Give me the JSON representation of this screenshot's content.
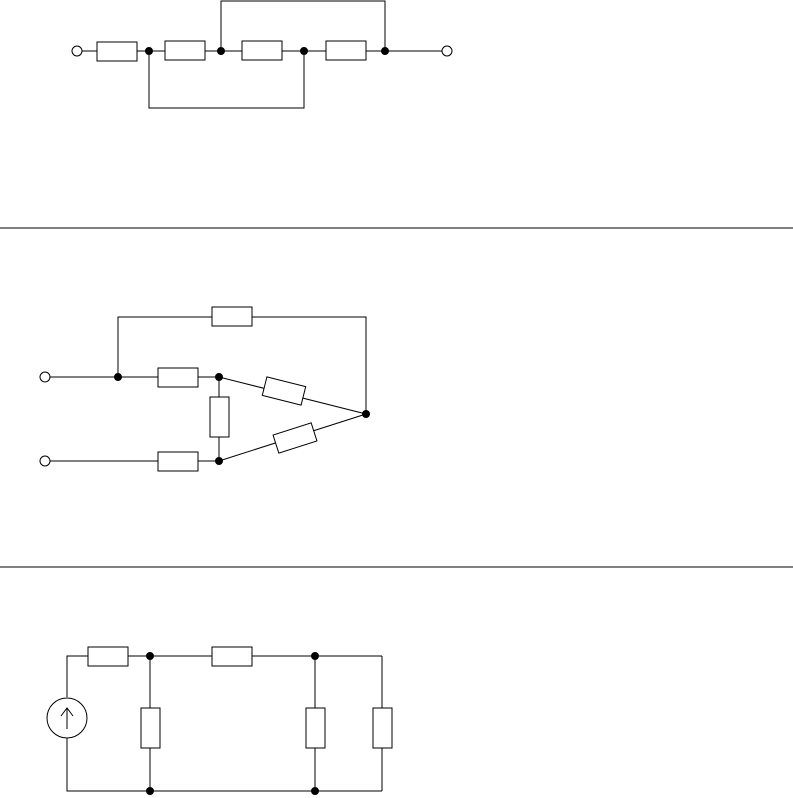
{
  "colors": {
    "background": "#ffffff",
    "stroke": "#000000"
  },
  "panels": [
    {
      "id": "circuit-1",
      "description_components": [
        "resistor",
        "resistor",
        "resistor",
        "resistor"
      ],
      "terminals": 2
    },
    {
      "id": "circuit-2",
      "description_components": [
        "resistor",
        "resistor",
        "resistor",
        "resistor",
        "resistor",
        "resistor"
      ],
      "terminals": 2
    },
    {
      "id": "circuit-3",
      "description_components": [
        "current-source",
        "resistor",
        "resistor",
        "resistor",
        "resistor",
        "resistor"
      ],
      "terminals": 0
    }
  ],
  "icons": {
    "source": "current-source-icon",
    "arrow": "arrow-up-icon"
  }
}
